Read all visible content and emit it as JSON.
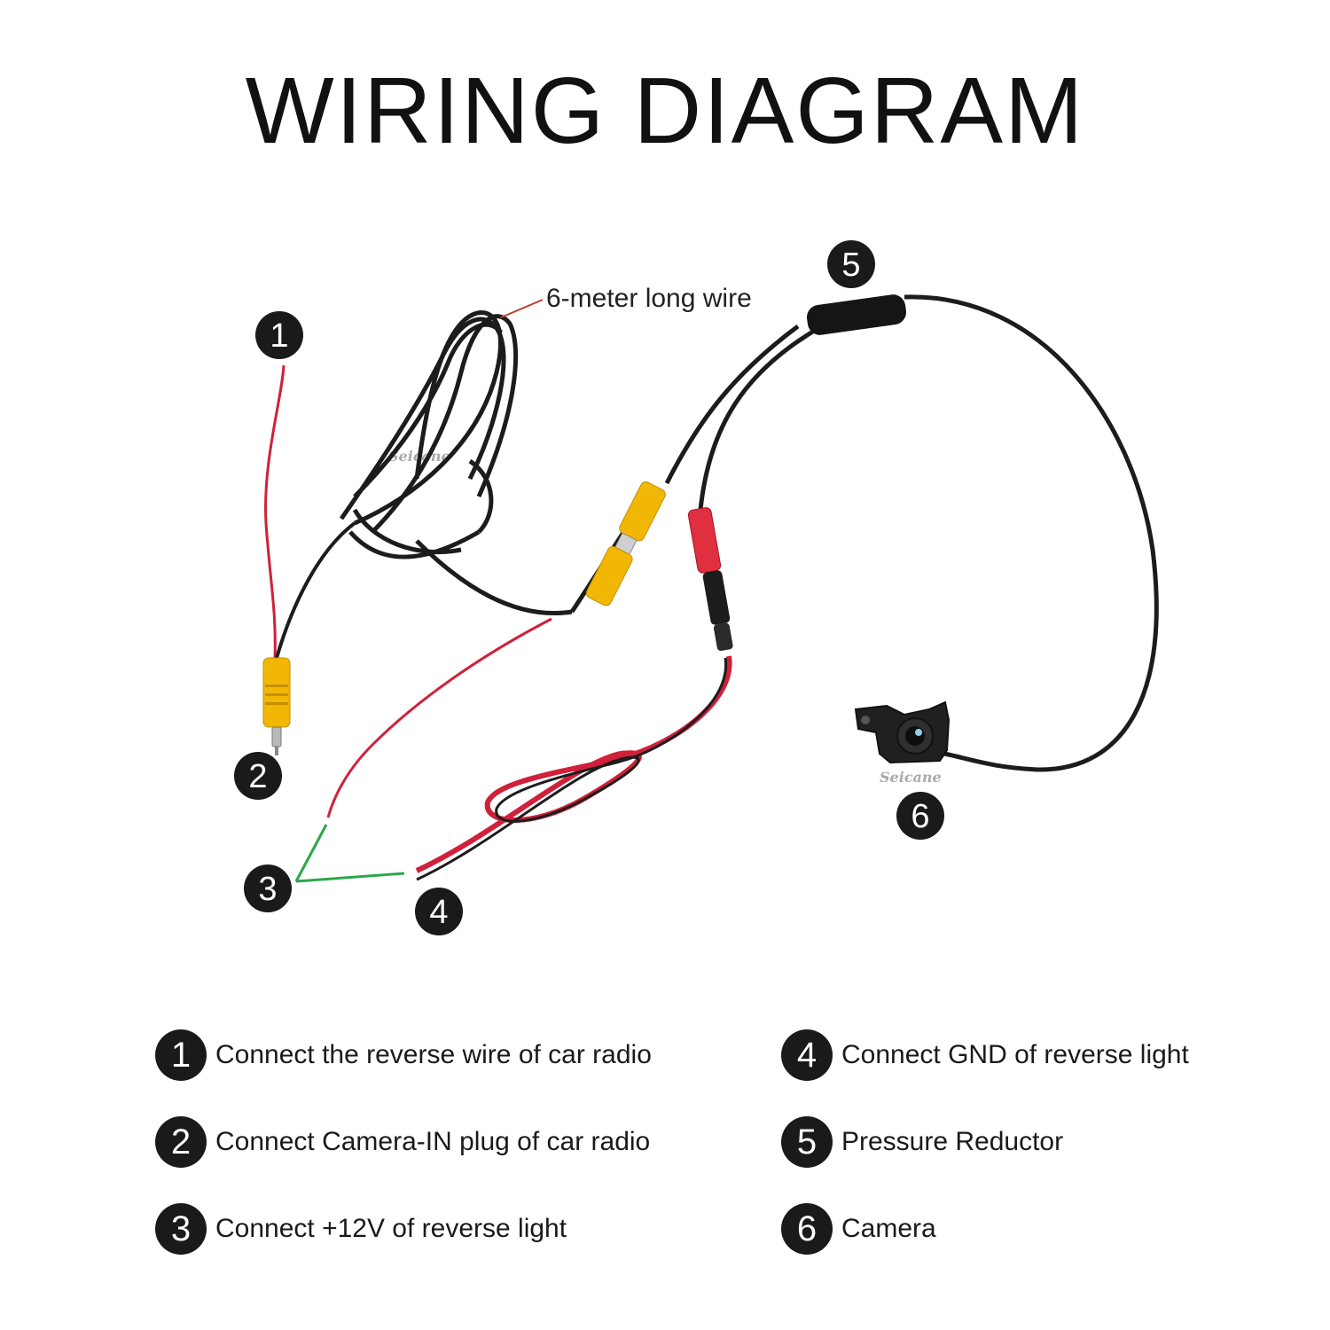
{
  "title": "WIRING DIAGRAM",
  "cable_label": "6-meter long wire",
  "watermark": "Seicane",
  "badges": [
    "1",
    "2",
    "3",
    "4",
    "5",
    "6"
  ],
  "legend": [
    {
      "num": "1",
      "text": "Connect the reverse wire of car radio"
    },
    {
      "num": "2",
      "text": "Connect Camera-IN plug of car radio"
    },
    {
      "num": "3",
      "text": "Connect +12V of reverse light"
    },
    {
      "num": "4",
      "text": "Connect GND of reverse light"
    },
    {
      "num": "5",
      "text": "Pressure Reductor"
    },
    {
      "num": "6",
      "text": "Camera"
    }
  ],
  "colors": {
    "black_wire": "#1c1c1c",
    "red_wire": "#d0203a",
    "yellow_plug": "#f2b705",
    "pointer_green": "#2aa84a",
    "pointer_orange": "#c0392b"
  }
}
